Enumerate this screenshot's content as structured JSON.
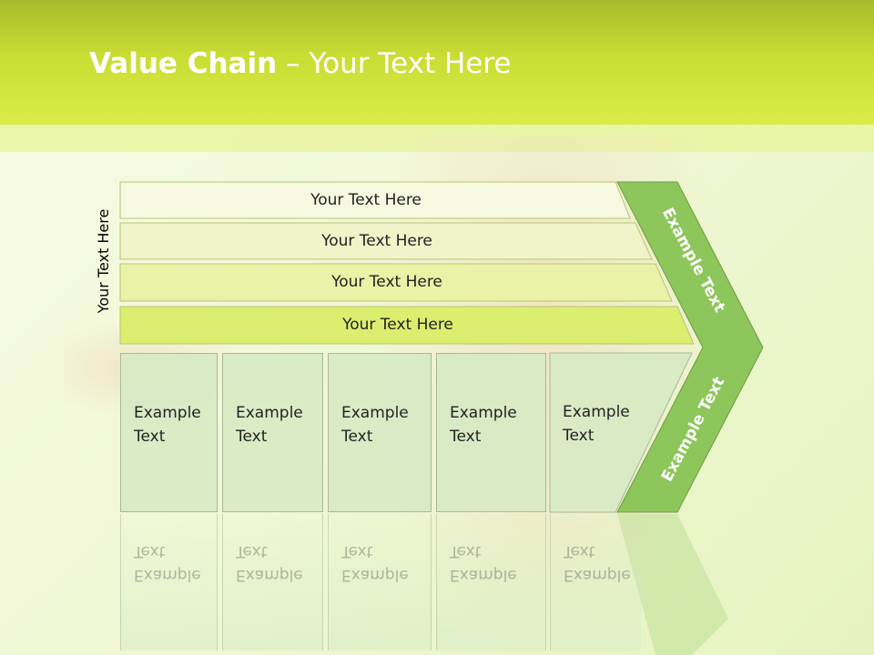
{
  "header": {
    "title_bold": "Value Chain",
    "title_rest": " – Your Text Here"
  },
  "side_label": "Your Text Here",
  "bars": [
    {
      "label": "Your Text Here",
      "color": "#f6f9e0"
    },
    {
      "label": "Your Text Here",
      "color": "#eff5c8"
    },
    {
      "label": "Your Text Here",
      "color": "#e9f2a6"
    },
    {
      "label": "Your Text Here",
      "color": "#dcee70"
    }
  ],
  "boxes": [
    {
      "line1": "Example",
      "line2": "Text"
    },
    {
      "line1": "Example",
      "line2": "Text"
    },
    {
      "line1": "Example",
      "line2": "Text"
    },
    {
      "line1": "Example",
      "line2": "Text"
    },
    {
      "line1": "Example",
      "line2": "Text"
    }
  ],
  "chevron": {
    "upper_label": "Example Text",
    "lower_label": "Example Text",
    "color": "#8dc65a"
  }
}
